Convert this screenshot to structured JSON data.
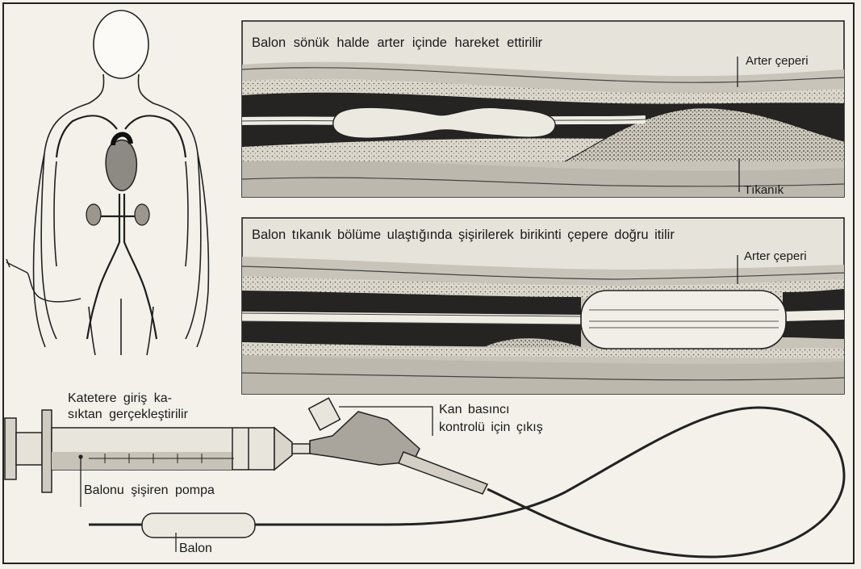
{
  "panel_top": {
    "caption": "Balon sönük halde arter içinde hareket ettirilir",
    "artery_wall_label": "Arter çeperi",
    "blockage_label": "Tıkanık"
  },
  "panel_bottom": {
    "caption": "Balon tıkanık bölüme ulaştığında şişirilerek birikinti çepere doğru itilir",
    "artery_wall_label": "Arter çeperi"
  },
  "catheter": {
    "insertion_label_line1": "Katetere giriş ka-",
    "insertion_label_line2": "sıktan gerçekleştirilir",
    "pump_label": "Balonu şişiren pompa",
    "pressure_label_line1": "Kan basıncı",
    "pressure_label_line2": "kontrolü için çıkış",
    "balloon_label": "Balon"
  },
  "colors": {
    "paper": "#f3f1ea",
    "ink": "#1a1a1a",
    "panel_bg": "#d9d6cc",
    "wall_grey": "#b9b5ab",
    "blood_dark": "#262422",
    "plaque": "#d7d2c6"
  }
}
